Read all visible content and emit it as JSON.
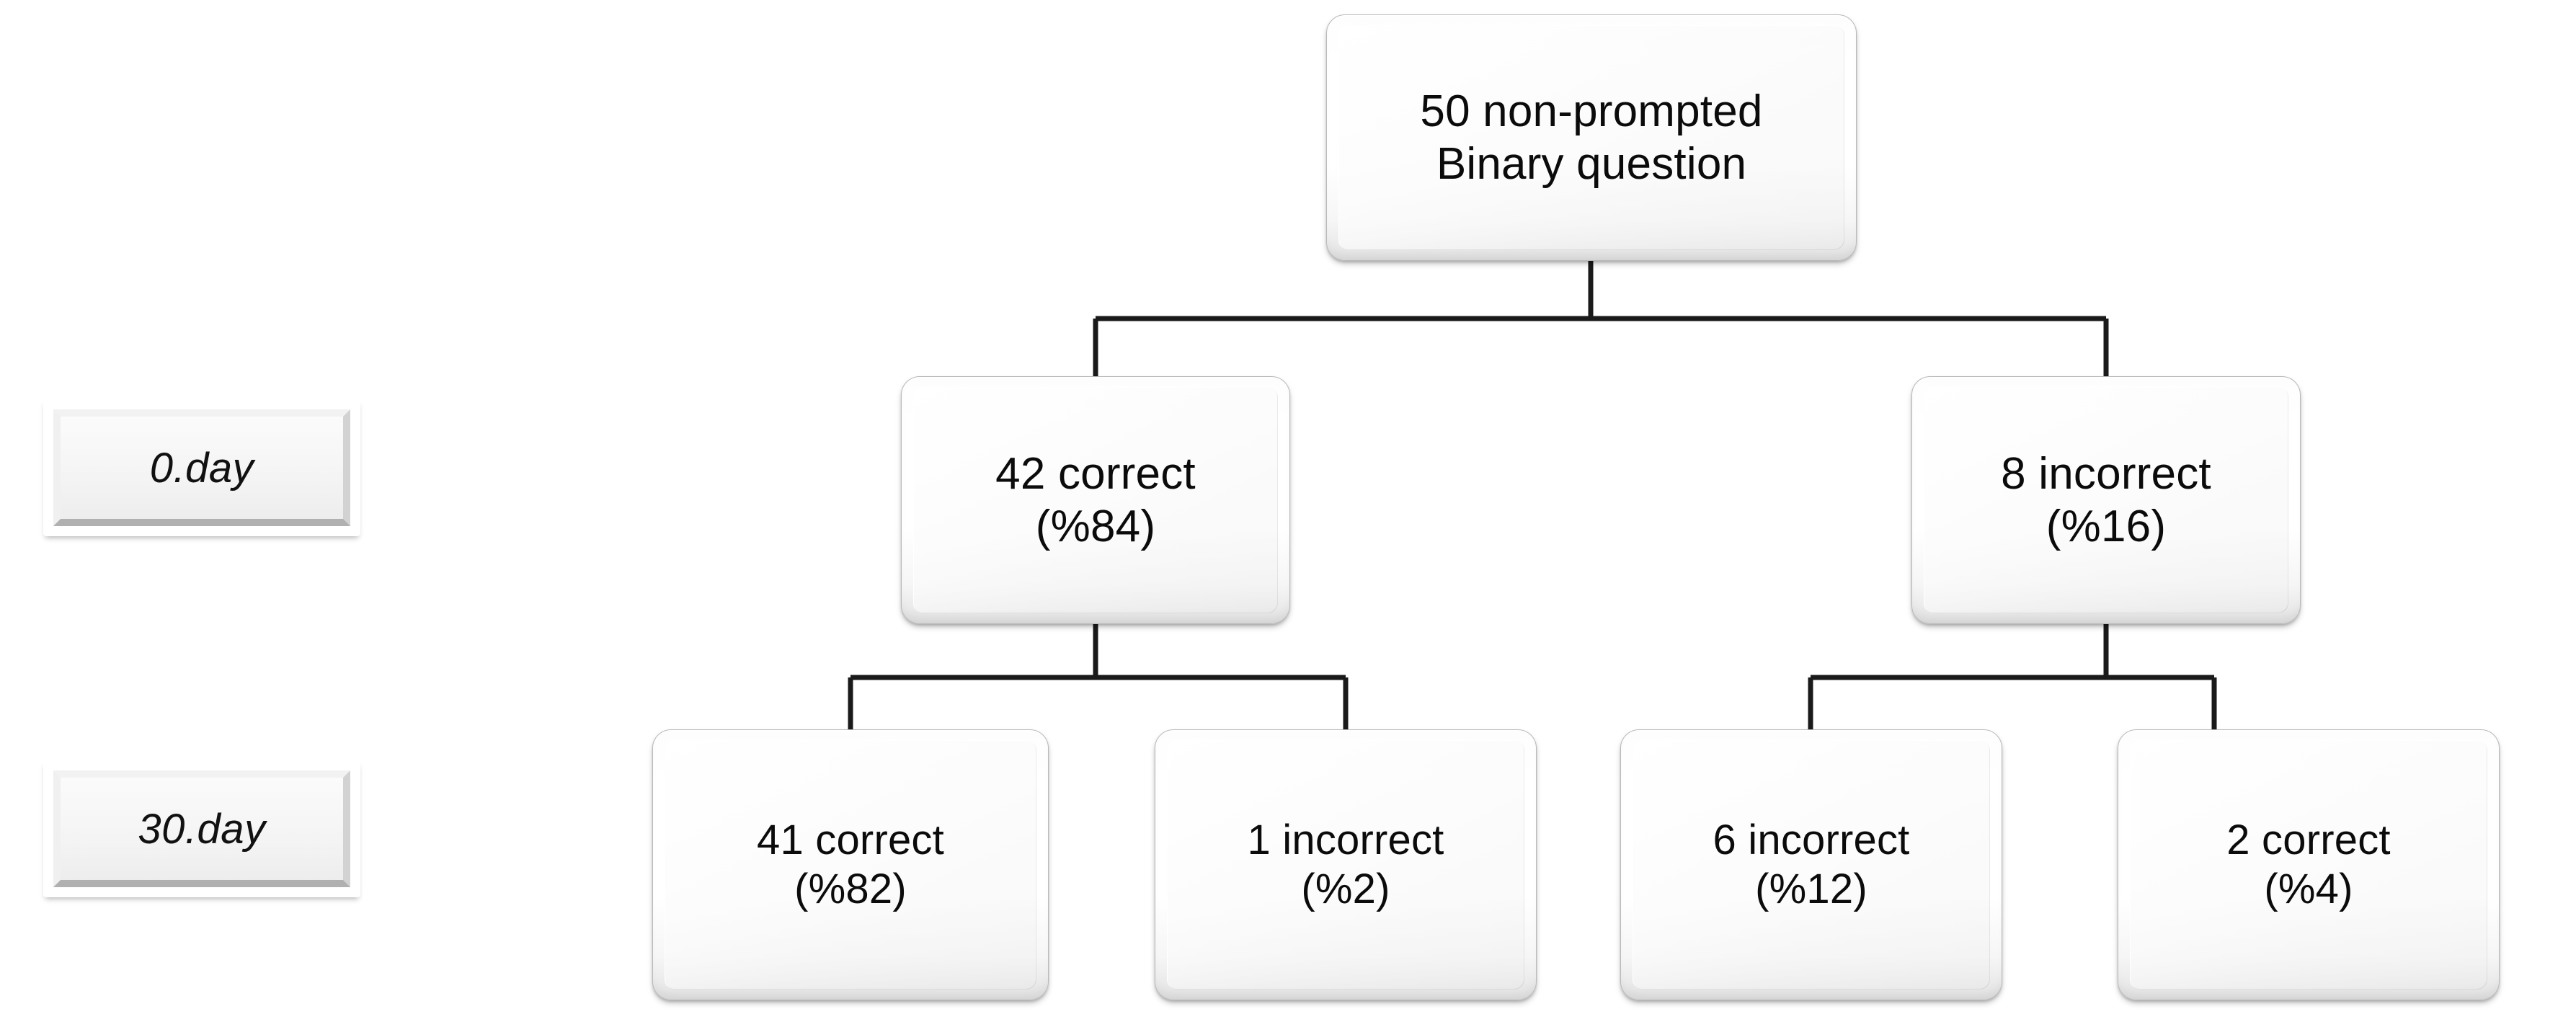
{
  "diagram": {
    "type": "tree",
    "background_color": "#ffffff",
    "line_color": "#1a1a1a",
    "node_fill_color": "#f7f7f7",
    "text_color": "#0b0b0b"
  },
  "legend": {
    "items": [
      {
        "label": "0.day"
      },
      {
        "label": "30.day"
      }
    ]
  },
  "tree": {
    "root": {
      "line1": "50 non-prompted",
      "line2": "Binary question",
      "text": "50 non-prompted\nBinary question",
      "count": 50
    },
    "level2": [
      {
        "line1": "42 correct",
        "line2": "(%84)",
        "text": "42 correct\n(%84)",
        "count": 42,
        "percent": 84,
        "outcome": "correct"
      },
      {
        "line1": "8 incorrect",
        "line2": "(%16)",
        "text": "8 incorrect\n(%16)",
        "count": 8,
        "percent": 16,
        "outcome": "incorrect"
      }
    ],
    "level3": [
      {
        "line1": "41 correct",
        "line2": "(%82)",
        "text": "41 correct\n(%82)",
        "count": 41,
        "percent": 82,
        "outcome": "correct"
      },
      {
        "line1": "1 incorrect",
        "line2": "(%2)",
        "text": "1 incorrect\n(%2)",
        "count": 1,
        "percent": 2,
        "outcome": "incorrect"
      },
      {
        "line1": "6 incorrect",
        "line2": "(%12)",
        "text": "6 incorrect\n(%12)",
        "count": 6,
        "percent": 12,
        "outcome": "incorrect"
      },
      {
        "line1": "2 correct",
        "line2": "(%4)",
        "text": "2 correct\n(%4)",
        "count": 2,
        "percent": 4,
        "outcome": "correct"
      }
    ]
  }
}
